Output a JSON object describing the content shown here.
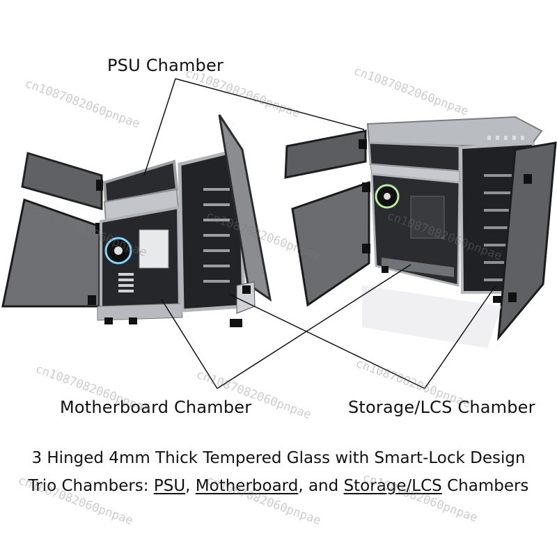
{
  "labels": {
    "psu": "PSU Chamber",
    "motherboard": "Motherboard Chamber",
    "storage": "Storage/LCS Chamber"
  },
  "caption": {
    "line1": "3 Hinged 4mm Thick Tempered Glass with Smart-Lock Design",
    "line2_prefix": "Trio Chambers: ",
    "line2_psu": "PSU",
    "line2_sep1": ", ",
    "line2_mb": "Motherboard",
    "line2_sep2": ", and ",
    "line2_storage": "Storage/LCS",
    "line2_suffix": " Chambers"
  },
  "watermark": "cn1087082060pnpae",
  "colors": {
    "case_silver": "#b9bcc0",
    "case_dark": "#1e1f22",
    "glass": "#6b6d70"
  }
}
